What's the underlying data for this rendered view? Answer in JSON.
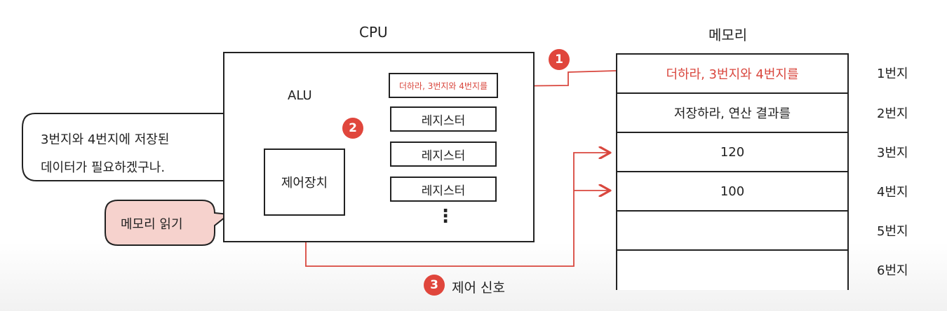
{
  "cpu": {
    "title": "CPU",
    "alu_label": "ALU",
    "control_unit_label": "제어장치",
    "registers": [
      {
        "label": "더하라, 3번지와 4번지를",
        "highlight": true
      },
      {
        "label": "레지스터",
        "highlight": false
      },
      {
        "label": "레지스터",
        "highlight": false
      },
      {
        "label": "레지스터",
        "highlight": false
      }
    ],
    "more": "⋮"
  },
  "memory": {
    "title": "메모리",
    "rows": [
      {
        "address": "1번지",
        "value": "더하라, 3번지와 4번지를",
        "highlight": true
      },
      {
        "address": "2번지",
        "value": "저장하라, 연산 결과를",
        "highlight": false
      },
      {
        "address": "3번지",
        "value": "120",
        "highlight": false
      },
      {
        "address": "4번지",
        "value": "100",
        "highlight": false
      },
      {
        "address": "5번지",
        "value": "",
        "highlight": false
      },
      {
        "address": "6번지",
        "value": "",
        "highlight": false
      }
    ]
  },
  "bubbles": {
    "thought_line1": "3번지와 4번지에 저장된",
    "thought_line2": "데이터가 필요하겠구나.",
    "read_label": "메모리 읽기"
  },
  "steps": {
    "step1": "1",
    "step2": "2",
    "step3": "3",
    "step3_label": "제어 신호"
  },
  "colors": {
    "accent": "#e0463c",
    "bubble_fill": "#f6d2cd"
  }
}
